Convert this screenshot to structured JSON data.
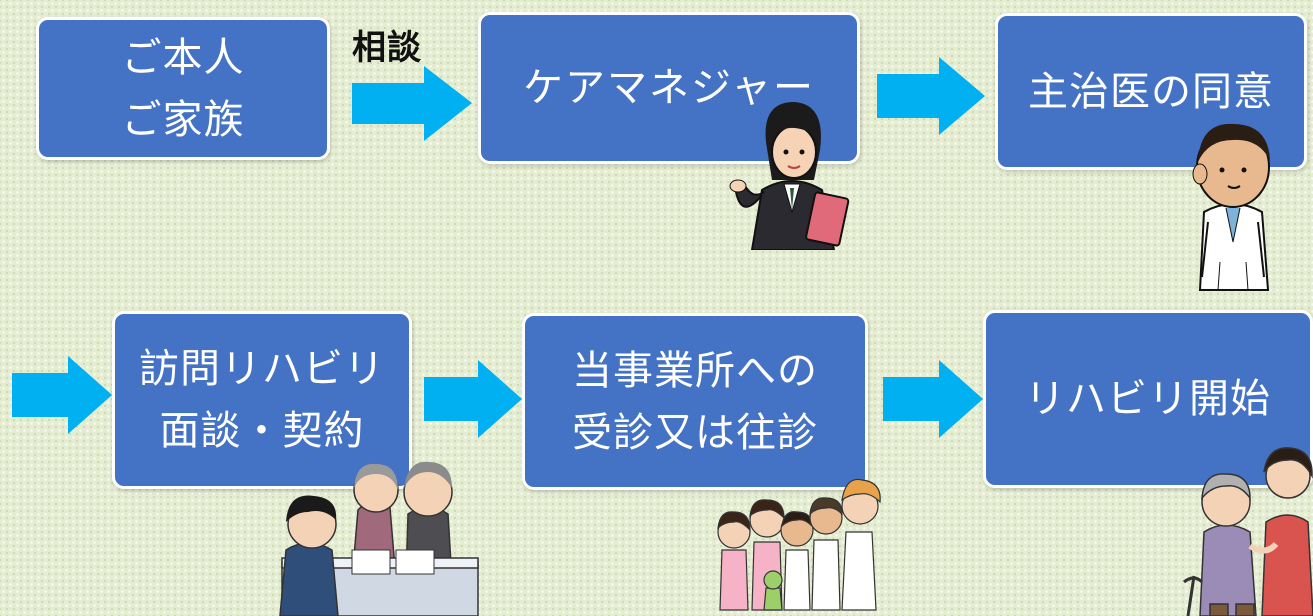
{
  "steps": {
    "person_family": {
      "lines": [
        "ご本人",
        "ご家族"
      ]
    },
    "care_manager": {
      "label": "ケアマネジャー"
    },
    "doctor_consent": {
      "label": "主治医の同意"
    },
    "interview_contract": {
      "lines": [
        "訪問リハビリ",
        "面談・契約"
      ]
    },
    "visit_exam": {
      "lines": [
        "当事業所への",
        "受診又は往診"
      ]
    },
    "rehab_start": {
      "label": "リハビリ開始"
    }
  },
  "consult_label": "相談",
  "colors": {
    "box_fill": "#4472c4",
    "box_border": "#ffffff",
    "arrow": "#00b0f0",
    "background": "#e4ecd2"
  },
  "icons": [
    "care-manager-illustration",
    "doctor-illustration",
    "interview-illustration",
    "medical-staff-group-illustration",
    "caregiver-elderly-illustration",
    "arrow-right-icon"
  ]
}
